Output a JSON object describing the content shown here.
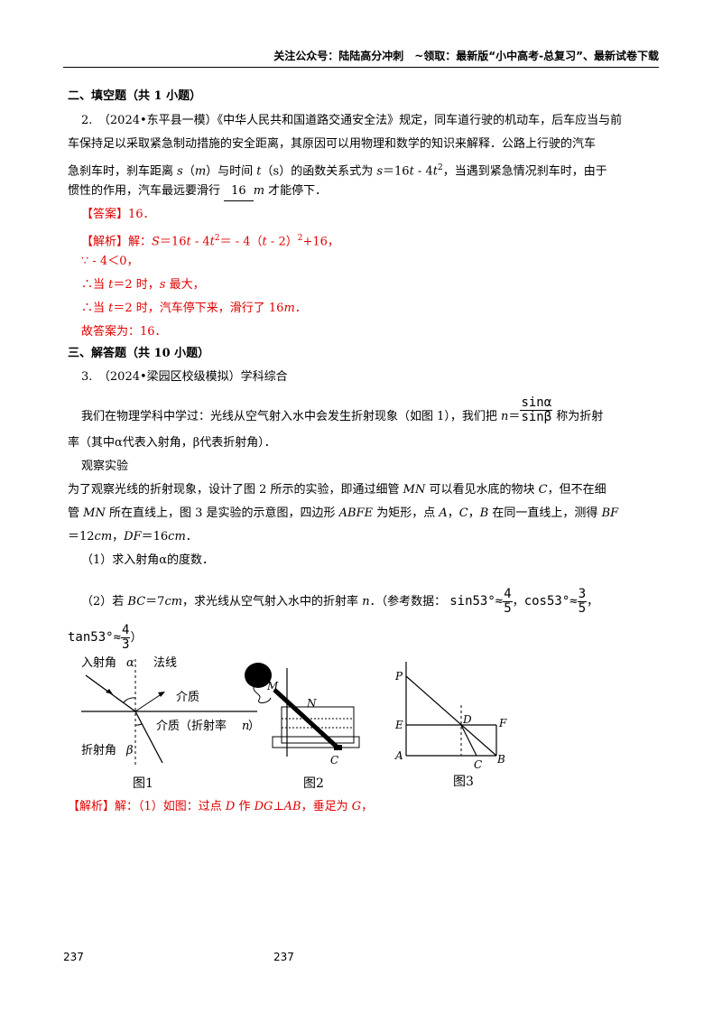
{
  "header": "关注公众号：陆陆高分冲刺　~领取：最新版“小中高考-总复习”、最新试卷下载",
  "section2": "二、填空题（共 1 小题）",
  "q2": {
    "l1": "2.　（2024•东平县一模）《中华人民共和国道路交通安全法》规定，同车道行驶的机动车，后车应当与前",
    "l2": "车保持足以采取紧急制动措施的安全距离，其原因可以用物理和数学的知识来解释．公路上行驶的汽车",
    "l3a": "急刹车时，刹车距离 ",
    "l3b": "s",
    "l3c": "（",
    "l3d": "m",
    "l3e": "）与时间 ",
    "l3f": "t",
    "l3g": "（s）的函数关系式为 ",
    "l3h": "s",
    "l3i": "＝16",
    "l3j": "t",
    "l3k": " - 4",
    "l3l": "t",
    "l3m": "2",
    "l3n": "，当遇到紧急情况刹车时，由于",
    "l4a": "惯性的作用，汽车最远要滑行",
    "l4b": "16",
    "l4c": "m",
    "l4d": " 才能停下．"
  },
  "ans": {
    "a1": "【答案】16．",
    "a2a": "【解析】解：",
    "a2b": "S",
    "a2c": "＝16",
    "a2d": "t",
    "a2e": " - 4",
    "a2f": "t",
    "a2g": "2",
    "a2h": "＝ - 4（",
    "a2i": "t",
    "a2j": " - 2）",
    "a2k": "2",
    "a2l": "+16，",
    "a3": "∵ - 4＜0，",
    "a4a": "∴当 ",
    "a4b": "t",
    "a4c": "＝2 时，",
    "a4d": "s",
    "a4e": " 最大，",
    "a5a": "∴当 ",
    "a5b": "t",
    "a5c": "＝2 时，汽车停下来，滑行了 16",
    "a5d": "m",
    "a5e": "．",
    "a6": "故答案为：16．"
  },
  "section3": "三、解答题（共 10 小题）",
  "q3": {
    "title": "3.　（2024•梁园区校级模拟）学科综合",
    "p1a": "我们在物理学科中学过：光线从空气射入水中会发生折射现象（如图 1），我们把 ",
    "p1b": "n",
    "p1c": "＝",
    "frac_num": "sinα",
    "frac_den": "sinβ",
    "p1d": " 称为折射",
    "p2": "率（其中α代表入射角，β代表折射角）．",
    "p3": "观察实验",
    "p4a": "为了观察光线的折射现象，设计了图 2 所示的实验，即通过细管 ",
    "p4b": "MN",
    "p4c": " 可以看见水底的物块 ",
    "p4d": "C",
    "p4e": "，但不在细",
    "p5a": "管 ",
    "p5b": "MN",
    "p5c": " 所在直线上，图 3 是实验的示意图，四边形 ",
    "p5d": "ABFE",
    "p5e": " 为矩形，点 ",
    "p5f": "A",
    "p5g": "，",
    "p5h": "C",
    "p5i": "，",
    "p5j": "B",
    "p5k": " 在同一直线上，测得 ",
    "p5l": "BF",
    "p6a": "＝12",
    "p6b": "cm",
    "p6c": "，",
    "p6d": "DF",
    "p6e": "＝16",
    "p6f": "cm",
    "p6g": "．",
    "s1": "（1）求入射角α的度数．",
    "s2a": "（2）若 ",
    "s2b": "BC",
    "s2c": "＝7",
    "s2d": "cm",
    "s2e": "，求光线从空气射入水中的折射率 ",
    "s2f": "n",
    "s2g": "．（参考数据：",
    "sin53": "sin53°",
    "approx1": "≈",
    "f1n": "4",
    "f1d": "5",
    "sep": "，",
    "cos53": "cos53°",
    "approx2": "≈",
    "f2n": "3",
    "f2d": "5",
    "comma2": "，",
    "tan53": "tan53°",
    "approx3": "≈",
    "f3n": "4",
    "f3d": "3",
    "close": "）"
  },
  "fig1": {
    "incident": "入射角",
    "alpha": "α",
    "normal": "法线",
    "medium": "介质",
    "medium2": "介质（折射率",
    "n": "n",
    "paren": "）",
    "refract": "折射角",
    "beta": "β",
    "caption": "图1"
  },
  "fig2": {
    "M": "M",
    "N": "N",
    "C": "C",
    "caption": "图2"
  },
  "fig3": {
    "P": "P",
    "E": "E",
    "D": "D",
    "F": "F",
    "A": "A",
    "C": "C",
    "B": "B",
    "caption": "图3"
  },
  "sol": {
    "a": "【解析】解：（1）如图：过点 ",
    "b": "D",
    "c": " 作 ",
    "d": "DG",
    "e": "⊥",
    "f": "AB",
    "g": "，垂足为 ",
    "h": "G",
    "i": "，"
  },
  "page_left": "237",
  "page_center": "237"
}
